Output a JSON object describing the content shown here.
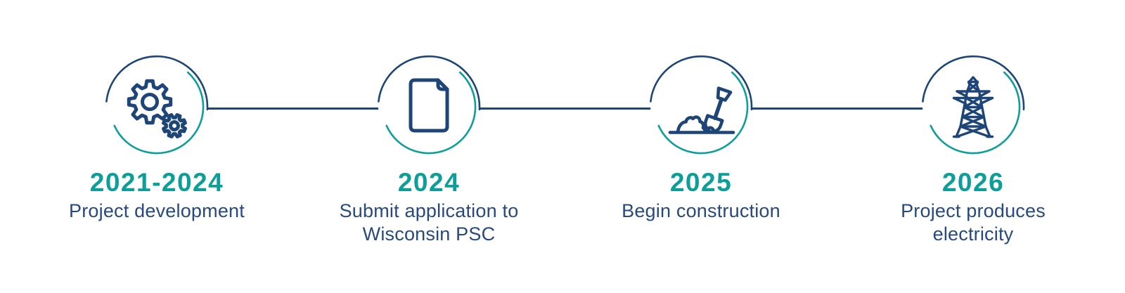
{
  "colors": {
    "navy": "#1E4577",
    "teal": "#0D9E9A",
    "text_navy": "#27497E",
    "background": "#FFFFFF"
  },
  "timeline": {
    "type": "horizontal-milestone-timeline",
    "milestones": [
      {
        "year": "2021-2024",
        "description": [
          "Project development"
        ],
        "icon": "gears-icon"
      },
      {
        "year": "2024",
        "description": [
          "Submit application to",
          "Wisconsin PSC"
        ],
        "icon": "document-icon"
      },
      {
        "year": "2025",
        "description": [
          "Begin construction"
        ],
        "icon": "shovel-icon"
      },
      {
        "year": "2026",
        "description": [
          "Project produces",
          "electricity"
        ],
        "icon": "transmission-tower-icon"
      }
    ]
  }
}
